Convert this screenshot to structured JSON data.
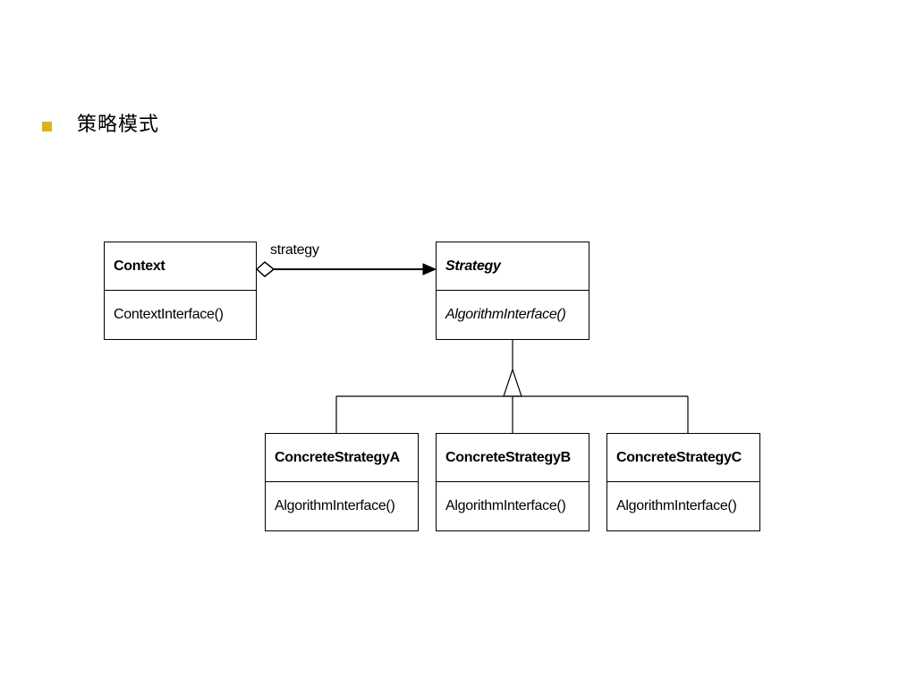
{
  "slide": {
    "title": "策略模式"
  },
  "diagram": {
    "association_label": "strategy",
    "classes": {
      "context": {
        "name": "Context",
        "operation": "ContextInterface()"
      },
      "strategy": {
        "name": "Strategy",
        "operation": "AlgorithmInterface()"
      },
      "concrete_a": {
        "name": "ConcreteStrategyA",
        "operation": "AlgorithmInterface()"
      },
      "concrete_b": {
        "name": "ConcreteStrategyB",
        "operation": "AlgorithmInterface()"
      },
      "concrete_c": {
        "name": "ConcreteStrategyC",
        "operation": "AlgorithmInterface()"
      }
    }
  },
  "colors": {
    "bullet": "#d9b41f",
    "line": "#000000"
  }
}
